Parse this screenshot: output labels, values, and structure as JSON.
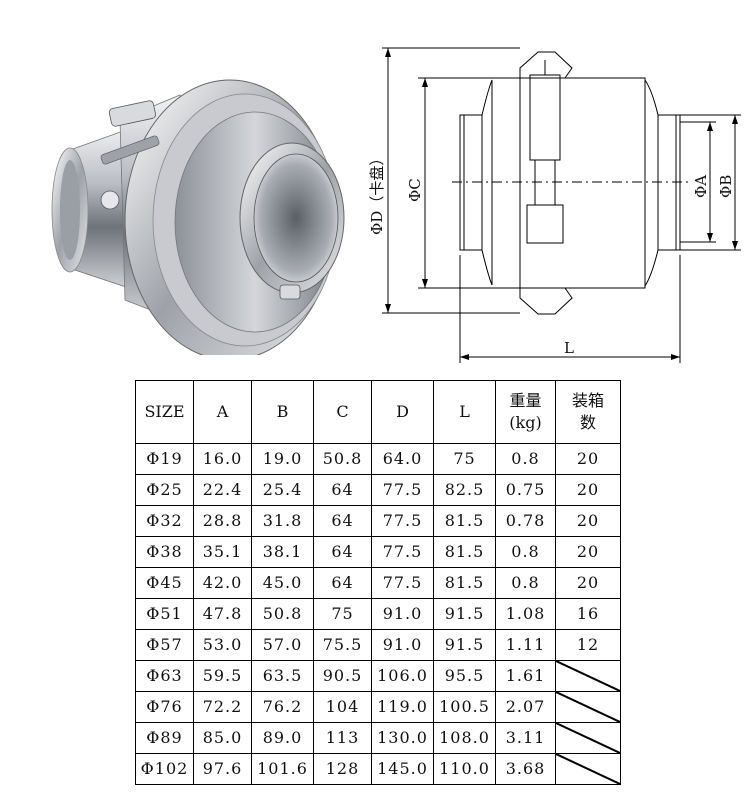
{
  "drawing": {
    "labels": {
      "d": "ΦD（卡盘）",
      "c": "ΦC",
      "a": "ΦA",
      "b": "ΦB",
      "l": "L"
    }
  },
  "table": {
    "headers": {
      "size": "SIZE",
      "a": "A",
      "b": "B",
      "c": "C",
      "d": "D",
      "l": "L",
      "weight_line1": "重量",
      "weight_line2": "(kg)",
      "box_line1": "装箱",
      "box_line2": "数"
    },
    "rows": [
      {
        "size": "Φ19",
        "a": "16.0",
        "b": "19.0",
        "c": "50.8",
        "d": "64.0",
        "l": "75",
        "weight": "0.8",
        "box": "20"
      },
      {
        "size": "Φ25",
        "a": "22.4",
        "b": "25.4",
        "c": "64",
        "d": "77.5",
        "l": "82.5",
        "weight": "0.75",
        "box": "20"
      },
      {
        "size": "Φ32",
        "a": "28.8",
        "b": "31.8",
        "c": "64",
        "d": "77.5",
        "l": "81.5",
        "weight": "0.78",
        "box": "20"
      },
      {
        "size": "Φ38",
        "a": "35.1",
        "b": "38.1",
        "c": "64",
        "d": "77.5",
        "l": "81.5",
        "weight": "0.8",
        "box": "20"
      },
      {
        "size": "Φ45",
        "a": "42.0",
        "b": "45.0",
        "c": "64",
        "d": "77.5",
        "l": "81.5",
        "weight": "0.8",
        "box": "20"
      },
      {
        "size": "Φ51",
        "a": "47.8",
        "b": "50.8",
        "c": "75",
        "d": "91.0",
        "l": "91.5",
        "weight": "1.08",
        "box": "16"
      },
      {
        "size": "Φ57",
        "a": "53.0",
        "b": "57.0",
        "c": "75.5",
        "d": "91.0",
        "l": "91.5",
        "weight": "1.11",
        "box": "12"
      },
      {
        "size": "Φ63",
        "a": "59.5",
        "b": "63.5",
        "c": "90.5",
        "d": "106.0",
        "l": "95.5",
        "weight": "1.61",
        "box": ""
      },
      {
        "size": "Φ76",
        "a": "72.2",
        "b": "76.2",
        "c": "104",
        "d": "119.0",
        "l": "100.5",
        "weight": "2.07",
        "box": ""
      },
      {
        "size": "Φ89",
        "a": "85.0",
        "b": "89.0",
        "c": "113",
        "d": "130.0",
        "l": "108.0",
        "weight": "3.11",
        "box": ""
      },
      {
        "size": "Φ102",
        "a": "97.6",
        "b": "101.6",
        "c": "128",
        "d": "145.0",
        "l": "110.0",
        "weight": "3.68",
        "box": ""
      }
    ]
  }
}
